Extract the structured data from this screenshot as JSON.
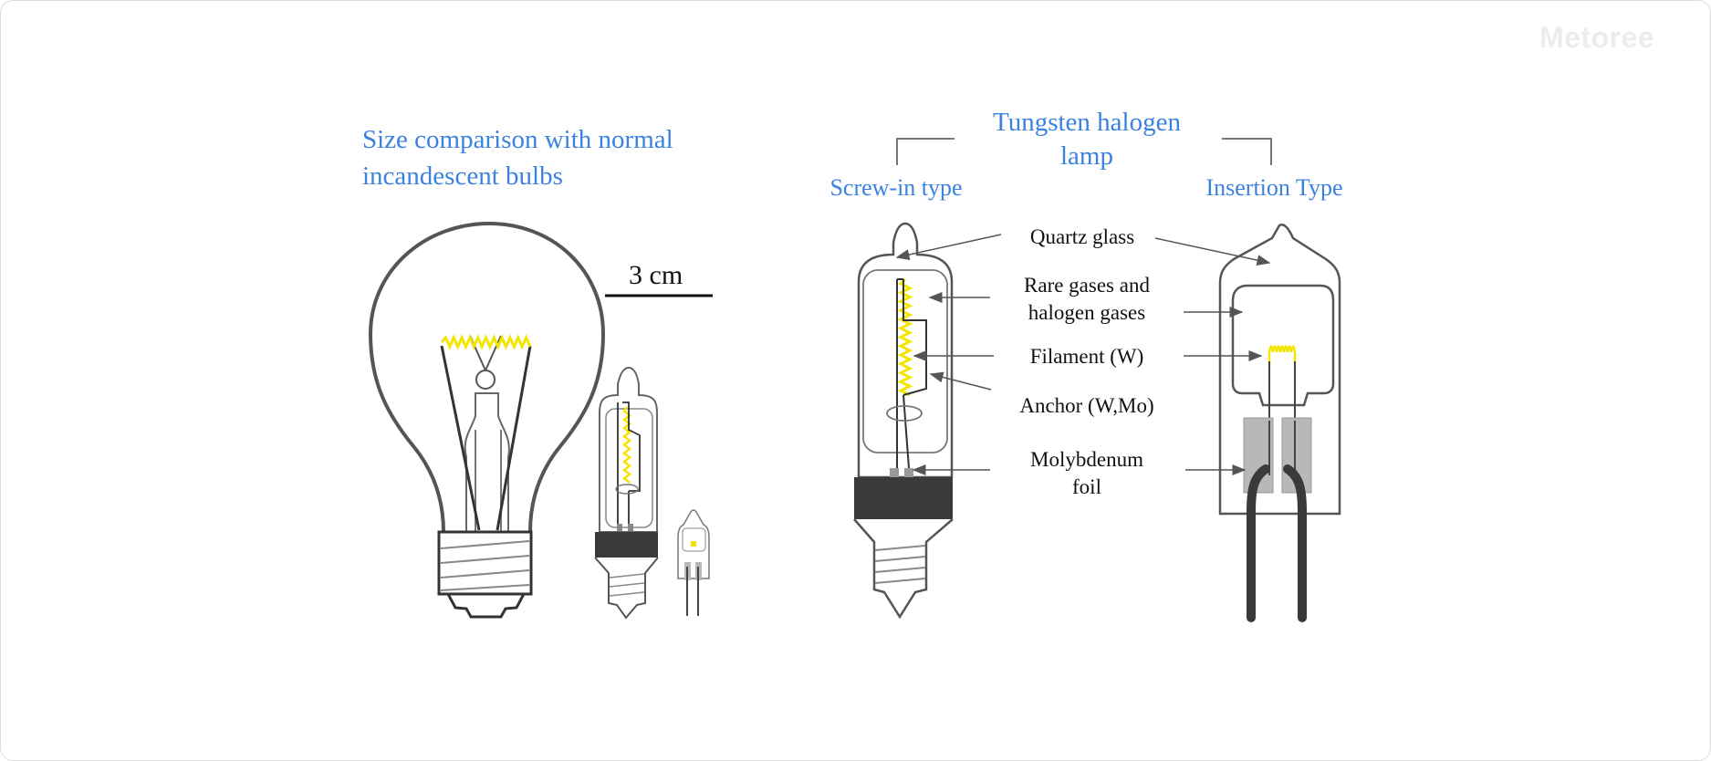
{
  "watermark": "Metoree",
  "left_panel": {
    "title_line1": "Size comparison with normal",
    "title_line2": "incandescent bulbs",
    "scale_label": "3 cm"
  },
  "right_panel": {
    "title_line1": "Tungsten halogen",
    "title_line2": "lamp",
    "screw_in_label": "Screw-in type",
    "insertion_label": "Insertion Type",
    "parts": {
      "quartz": "Quartz glass",
      "gases_line1": "Rare gases and",
      "gases_line2": "halogen gases",
      "filament": "Filament (W)",
      "anchor": "Anchor (W,Mo)",
      "molybdenum_line1": "Molybdenum",
      "molybdenum_line2": "foil"
    }
  },
  "colors": {
    "title": "#3b82e0",
    "filament": "#f2e600",
    "outline": "#555555",
    "base": "#3a3a3a",
    "foil": "#b8b8b8"
  }
}
